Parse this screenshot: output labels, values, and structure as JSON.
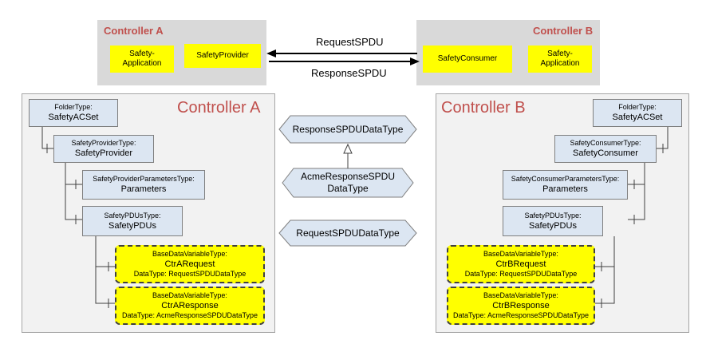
{
  "top": {
    "left": {
      "title": "Controller A",
      "app": "Safety-\nApplication",
      "provider": "SafetyProvider"
    },
    "right": {
      "title": "Controller B",
      "consumer": "SafetyConsumer",
      "app": "Safety-\nApplication"
    },
    "request_label": "RequestSPDU",
    "response_label": "ResponseSPDU"
  },
  "left_panel": {
    "title": "Controller A",
    "folder": {
      "type": "FolderType:",
      "name": "SafetyACSet"
    },
    "provider": {
      "type": "SafetyProviderType:",
      "name": "SafetyProvider"
    },
    "params": {
      "type": "SafetyProviderParametersType:",
      "name": "Parameters"
    },
    "pdus": {
      "type": "SafetyPDUsType:",
      "name": "SafetyPDUs"
    },
    "request": {
      "type": "BaseDataVariableType:",
      "name": "CtrARequest",
      "datatype": "DataType: RequestSPDUDataType"
    },
    "response": {
      "type": "BaseDataVariableType:",
      "name": "CtrAResponse",
      "datatype": "DataType: AcmeResponseSPDUDataType"
    }
  },
  "right_panel": {
    "title": "Controller B",
    "folder": {
      "type": "FolderType:",
      "name": "SafetyACSet"
    },
    "consumer": {
      "type": "SafetyConsumerType:",
      "name": "SafetyConsumer"
    },
    "params": {
      "type": "SafetyConsumerParametersType:",
      "name": "Parameters"
    },
    "pdus": {
      "type": "SafetyPDUsType:",
      "name": "SafetyPDUs"
    },
    "request": {
      "type": "BaseDataVariableType:",
      "name": "CtrBRequest",
      "datatype": "DataType: RequestSPDUDataType"
    },
    "response": {
      "type": "BaseDataVariableType:",
      "name": "CtrBResponse",
      "datatype": "DataType: AcmeResponseSPDUDataType"
    }
  },
  "datatypes": {
    "response": "ResponseSPDUDataType",
    "acme": "AcmeResponseSPDU\nDataType",
    "request": "RequestSPDUDataType"
  },
  "colors": {
    "controller_title": "#c0504d",
    "yellow": "#ffff00",
    "node_fill": "#dce6f2",
    "hex_fill": "#dce6f2"
  }
}
